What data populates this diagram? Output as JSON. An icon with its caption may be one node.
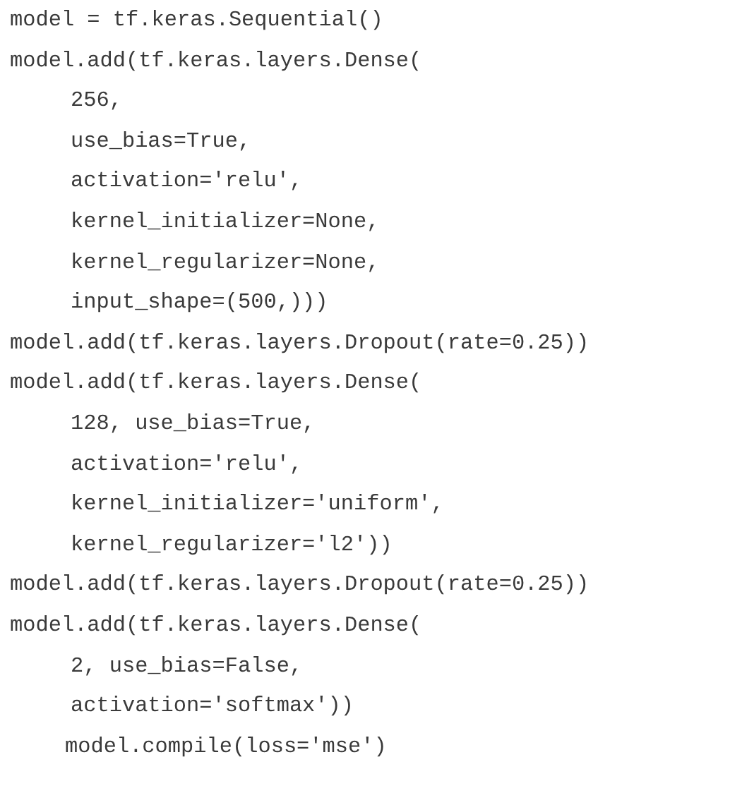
{
  "diagram": {
    "labels": [
      "model = tf.keras.Sequential()",
      "model.add(tf.keras.layers.Dense(",
      "256,",
      "use_bias=True,",
      "activation='relu',",
      "kernel_initializer=None,",
      "kernel_regularizer=None,",
      "input_shape=(500,)))",
      "model.add(tf.keras.layers.Dropout(rate=0.25))",
      "model.add(tf.keras.layers.Dense(",
      "128, use_bias=True,",
      "activation='relu',",
      "kernel_initializer='uniform',",
      "kernel_regularizer='l2'))",
      "model.add(tf.keras.layers.Dropout(rate=0.25))",
      "model.add(tf.keras.layers.Dense(",
      "2, use_bias=False,",
      "activation='softmax'))",
      "model.compile(loss='mse')"
    ]
  }
}
